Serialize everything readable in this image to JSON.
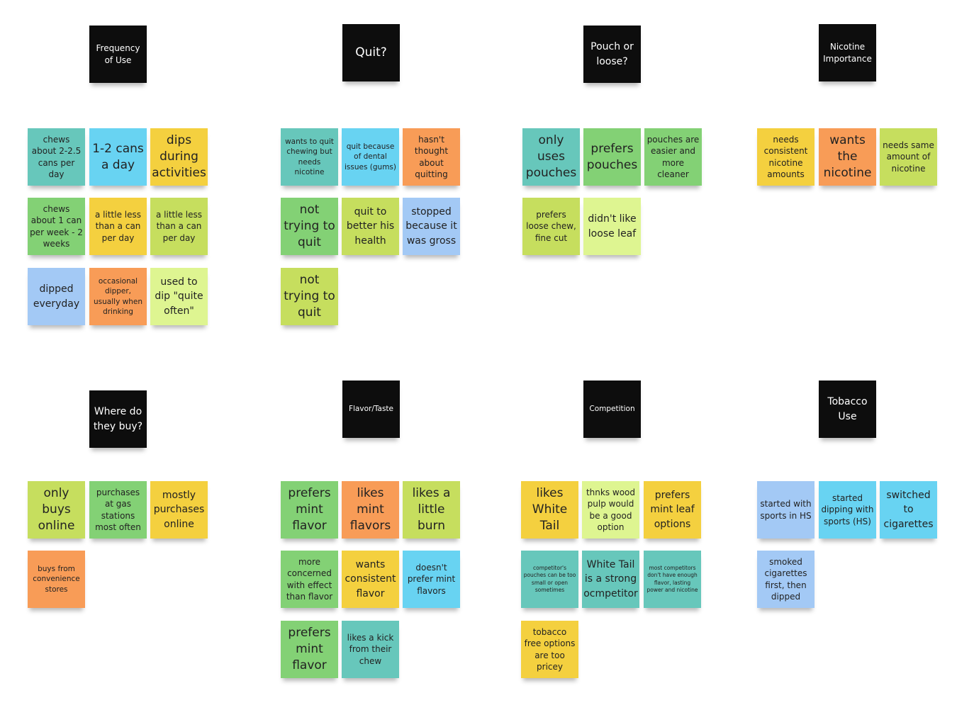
{
  "sections": [
    {
      "header": "Frequency of Use",
      "notes": [
        "chews about 2-2.5 cans per day",
        "1-2 cans a day",
        "dips during activities",
        "chews about 1 can per week - 2 weeks",
        "a little less than a can per day",
        "a little less than a can per day",
        "dipped everyday",
        "occasional dipper, usually when drinking",
        "used to dip \"quite often\""
      ]
    },
    {
      "header": "Quit?",
      "notes": [
        "wants to quit chewing but needs nicotine",
        "quit because of dental issues (gums)",
        "hasn't thought about quitting",
        "not trying to quit",
        "quit to better his health",
        "stopped because it was gross",
        "not trying to quit"
      ]
    },
    {
      "header": "Pouch or loose?",
      "notes": [
        "only uses pouches",
        "prefers pouches",
        "pouches are easier and more cleaner",
        "prefers loose chew, fine cut",
        "didn't like loose leaf"
      ]
    },
    {
      "header": "Nicotine Importance",
      "notes": [
        "needs consistent nicotine amounts",
        "wants the nicotine",
        "needs same amount of nicotine"
      ]
    },
    {
      "header": "Where do they buy?",
      "notes": [
        "only buys online",
        "purchases at gas stations most often",
        "mostly purchases online",
        "buys from convenience stores"
      ]
    },
    {
      "header": "Flavor/Taste",
      "notes": [
        "prefers mint flavor",
        "likes mint flavors",
        "likes a little burn",
        "more concerned with effect than flavor",
        "wants consistent flavor",
        "doesn't prefer mint flavors",
        "prefers mint flavor",
        "likes a kick from their chew"
      ]
    },
    {
      "header": "Competition",
      "notes": [
        "likes White Tail",
        "thnks wood pulp would be a good option",
        "prefers mint leaf options",
        "competitor's pouches can be too small or open sometimes",
        "White Tail is a strong ocmpetitor",
        "most competitors don't have enough flavor, lasting power and nicotine",
        "tobacco free options are too pricey"
      ]
    },
    {
      "header": "Tobacco Use",
      "notes": [
        "started with sports in HS",
        "started dipping with sports (HS)",
        "switched to cigarettes",
        "smoked cigarettes first, then dipped"
      ]
    }
  ],
  "colors": {
    "header": "#0d0d0d",
    "teal": "#67c7bb",
    "blue": "#68d3f2",
    "yellow": "#f4d03f",
    "green": "#83d175",
    "lime": "#c6de5e",
    "orange": "#f89c57",
    "pale": "#def591",
    "lightblue": "#a3c9f5"
  }
}
